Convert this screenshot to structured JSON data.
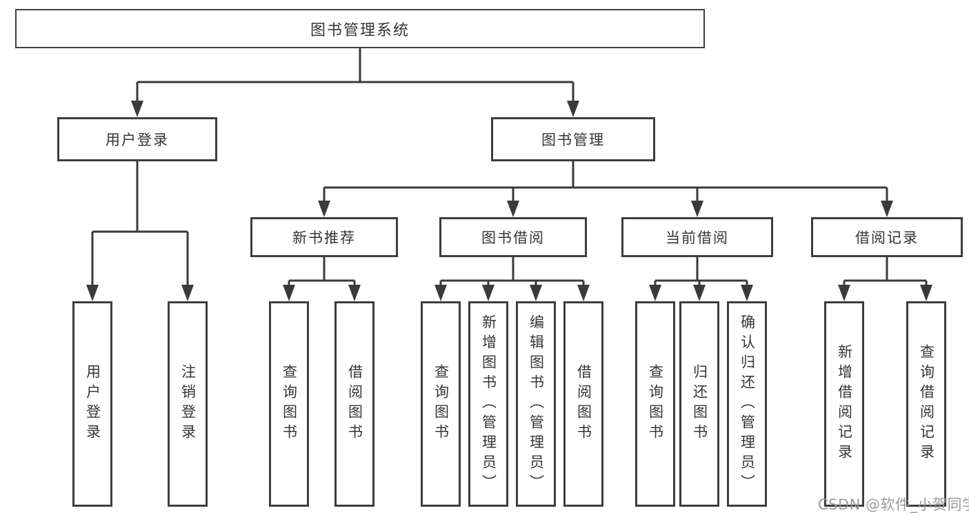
{
  "tree": {
    "root": "图书管理系统",
    "children": [
      {
        "label": "用户登录",
        "children": [
          {
            "label": "用户登录"
          },
          {
            "label": "注销登录"
          }
        ]
      },
      {
        "label": "图书管理",
        "children": [
          {
            "label": "新书推荐",
            "children": [
              {
                "label": "查询图书"
              },
              {
                "label": "借阅图书"
              }
            ]
          },
          {
            "label": "图书借阅",
            "children": [
              {
                "label": "查询图书"
              },
              {
                "label": "新增图书（管理员）"
              },
              {
                "label": "编辑图书（管理员）"
              },
              {
                "label": "借阅图书"
              }
            ]
          },
          {
            "label": "当前借阅",
            "children": [
              {
                "label": "查询图书"
              },
              {
                "label": "归还图书"
              },
              {
                "label": "确认归还（管理员）"
              }
            ]
          },
          {
            "label": "借阅记录",
            "children": [
              {
                "label": "新增借阅记录"
              },
              {
                "label": "查询借阅记录"
              }
            ]
          }
        ]
      }
    ]
  },
  "watermark": "CSDN @软件_小贺同学",
  "colors": {
    "line": "#3a3a3a",
    "border": "#3d3d3d",
    "text": "#353535",
    "watermark": "#949494"
  }
}
